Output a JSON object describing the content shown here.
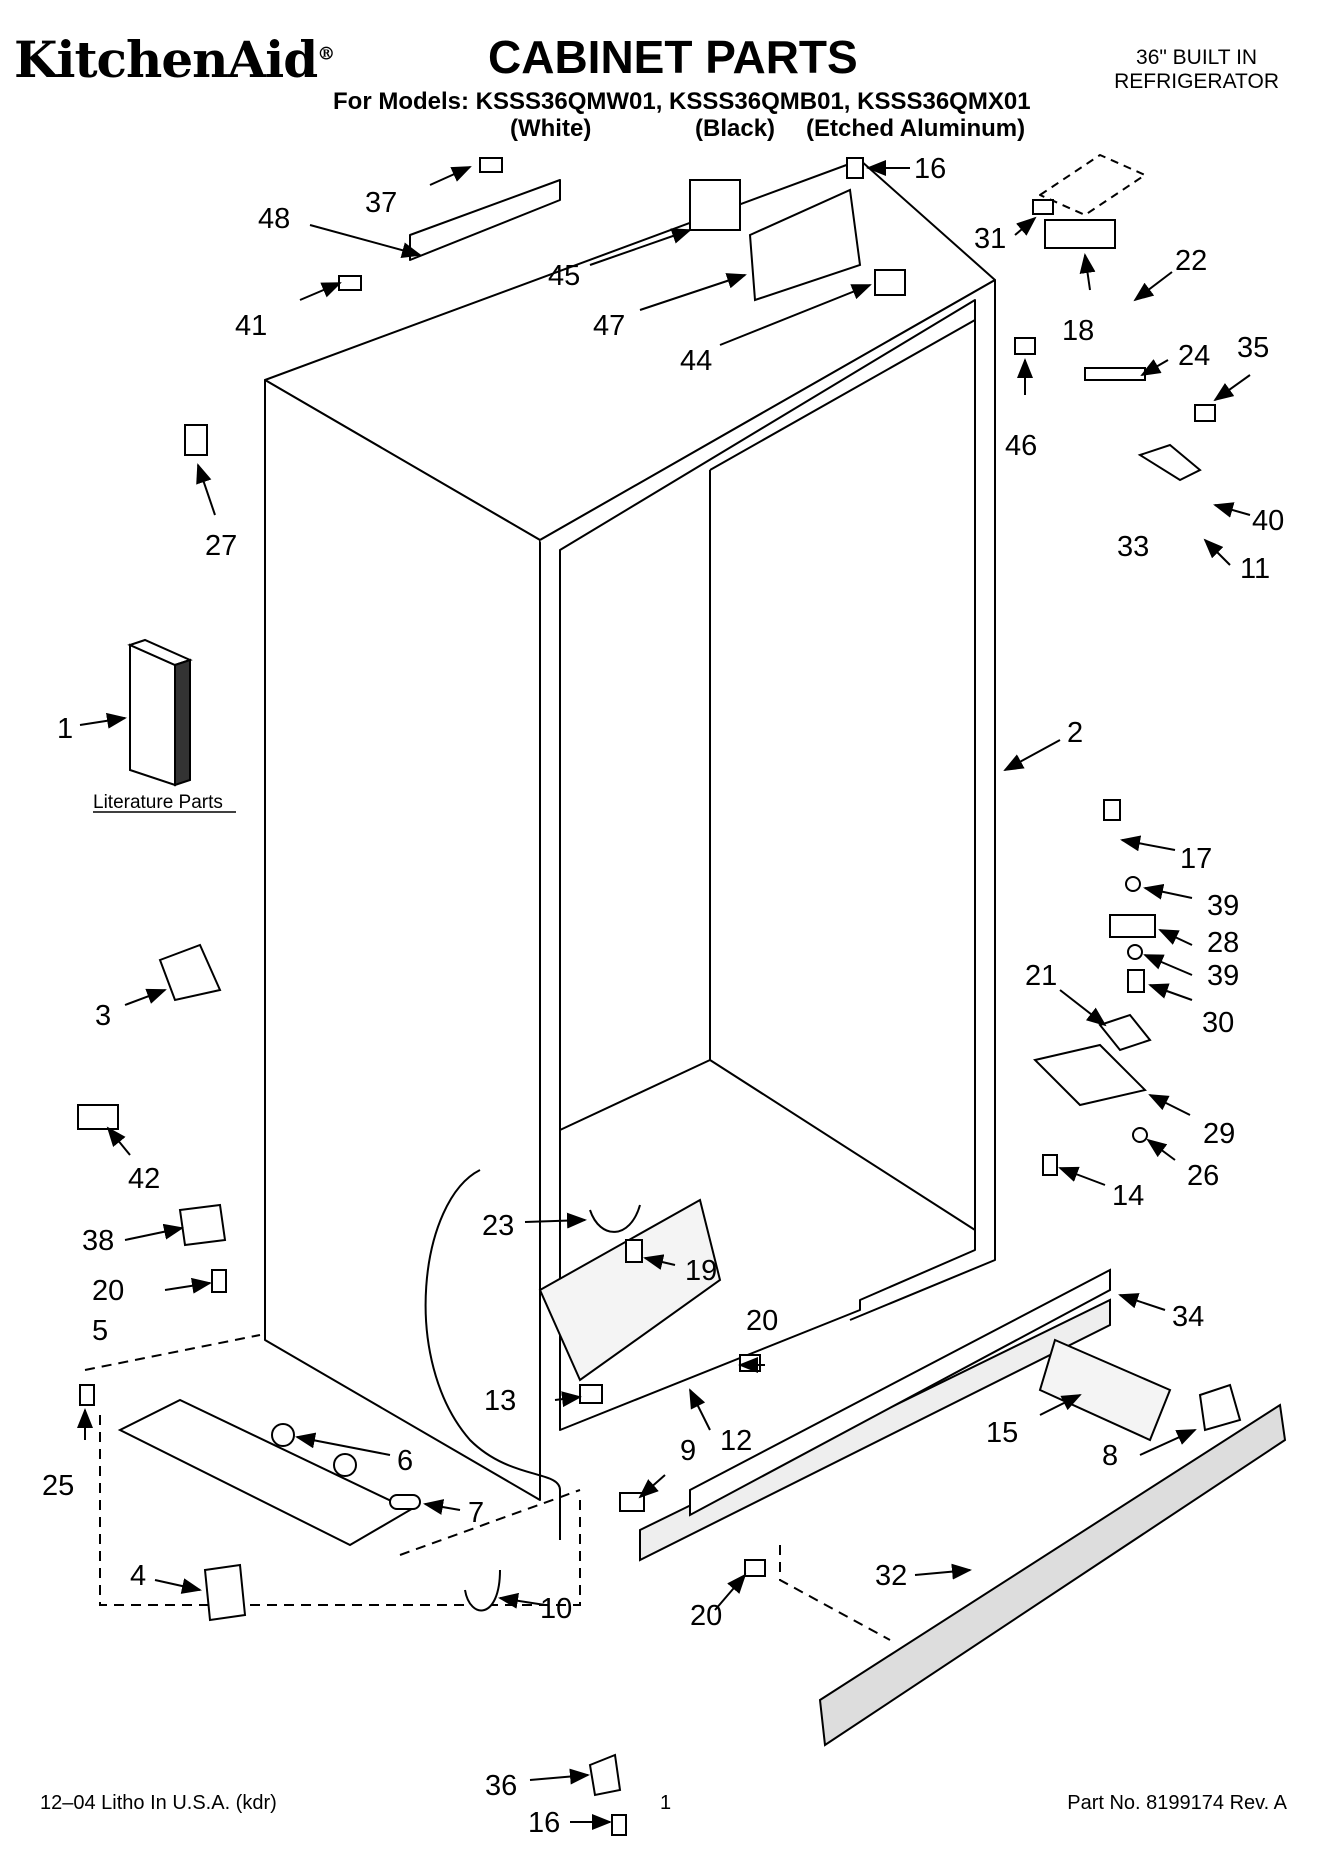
{
  "header": {
    "brand": "KitchenAid",
    "brand_mark": "®",
    "title": "CABINET PARTS",
    "models_line": "For Models: KSSS36QMW01, KSSS36QMB01, KSSS36QMX01",
    "variants": [
      "(White)",
      "(Black)",
      "(Etched Aluminum)"
    ],
    "product_line1": "36\" BUILT IN",
    "product_line2": "REFRIGERATOR"
  },
  "literature_label": "Literature Parts",
  "callouts": [
    "37",
    "48",
    "16",
    "31",
    "22",
    "45",
    "18",
    "41",
    "47",
    "44",
    "24",
    "35",
    "46",
    "27",
    "40",
    "33",
    "11",
    "1",
    "2",
    "17",
    "39",
    "28",
    "39",
    "30",
    "21",
    "3",
    "29",
    "26",
    "42",
    "14",
    "38",
    "23",
    "19",
    "34",
    "20",
    "20",
    "5",
    "13",
    "15",
    "25",
    "6",
    "12",
    "9",
    "8",
    "7",
    "4",
    "10",
    "32",
    "20",
    "36",
    "16"
  ],
  "footer": {
    "left": "12–04 Litho In U.S.A. (kdr)",
    "page": "1",
    "right": "Part No. 8199174 Rev. A"
  }
}
